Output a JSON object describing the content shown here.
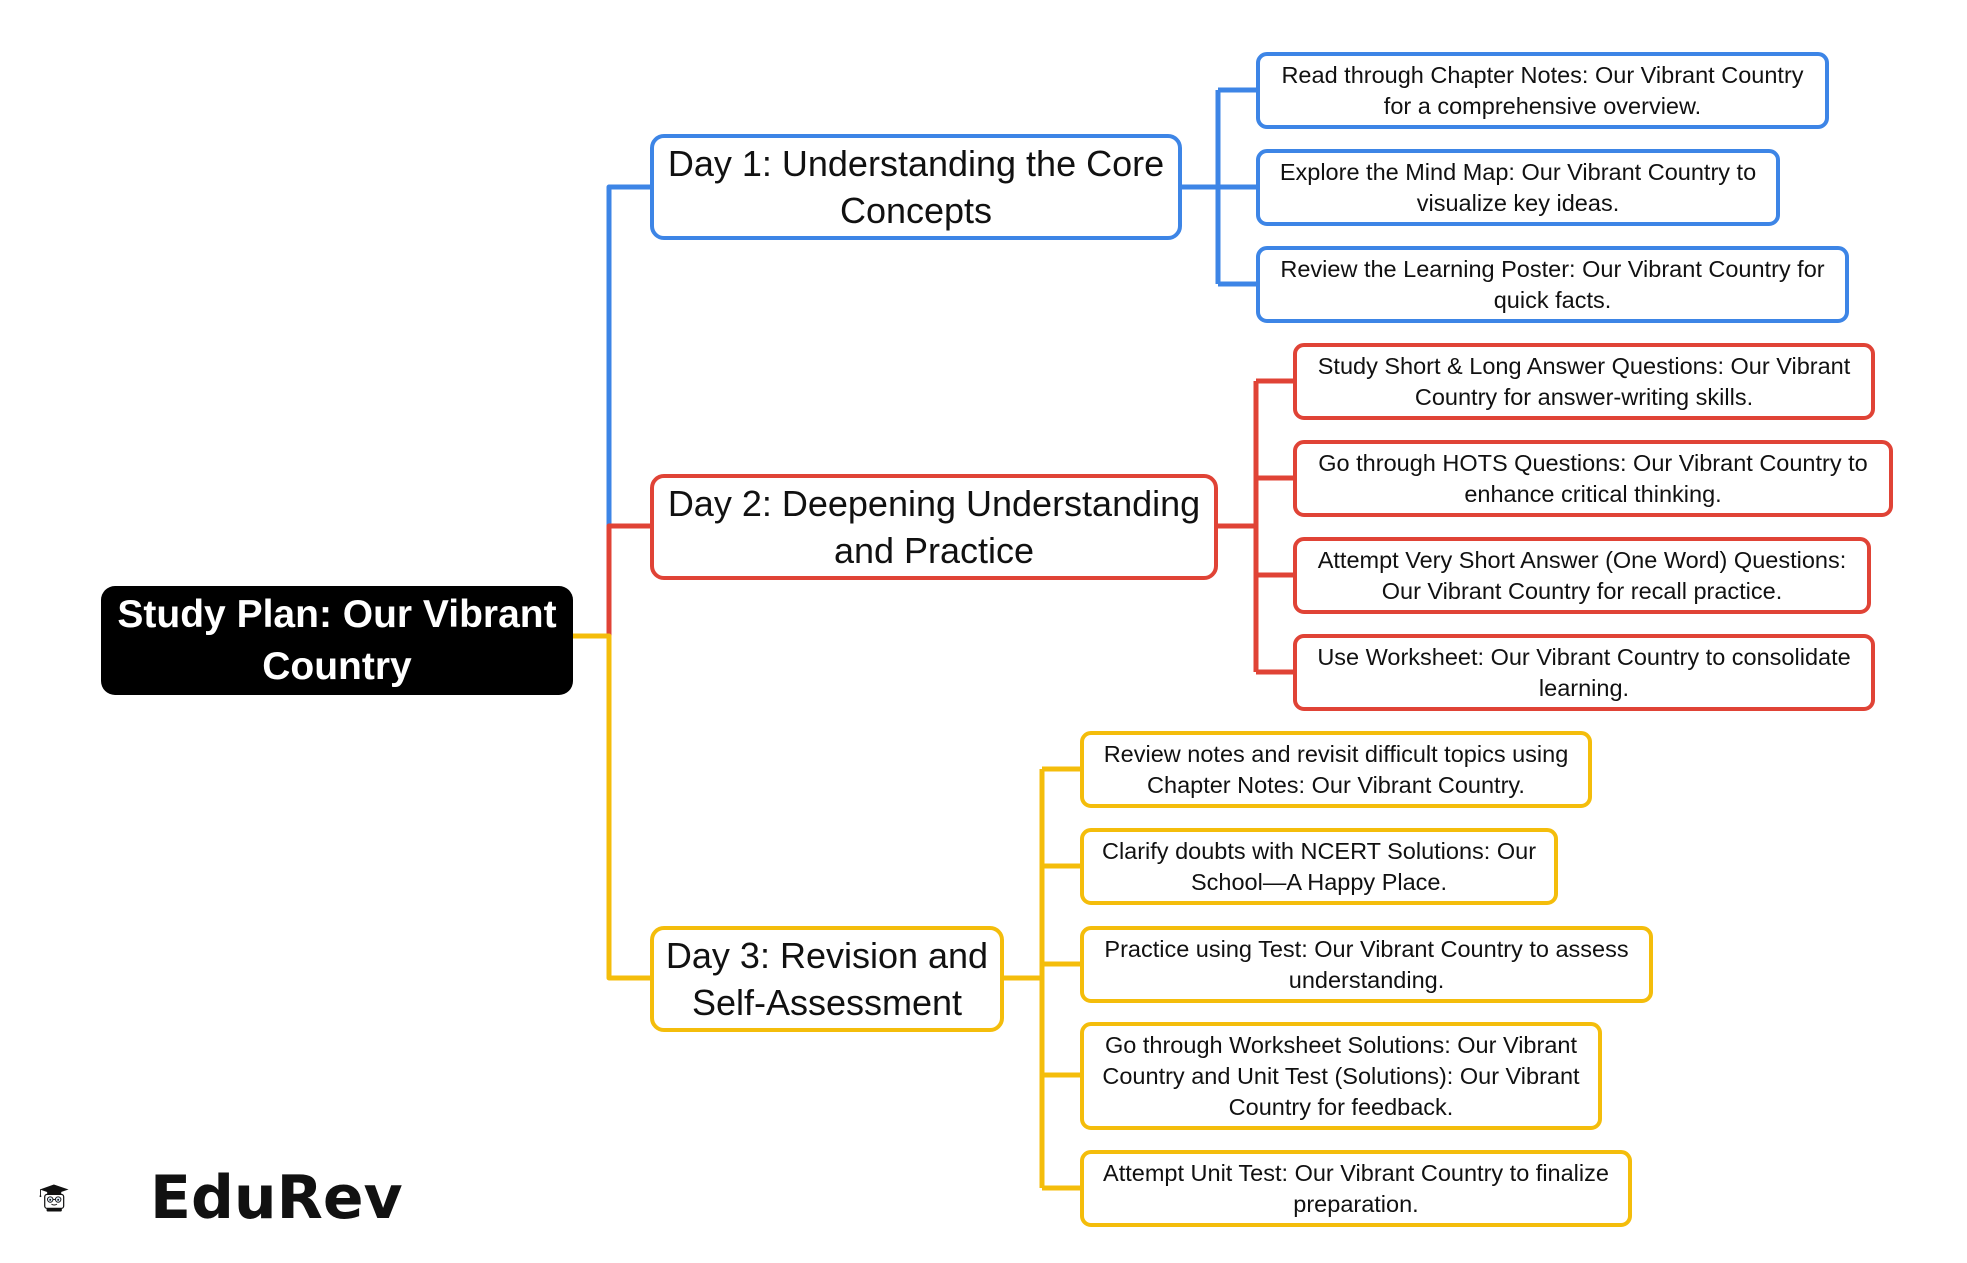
{
  "root": {
    "label": "Study Plan: Our Vibrant Country"
  },
  "colors": {
    "day1": "#3d85e6",
    "day2": "#e04336",
    "day3": "#f4bd0b",
    "root_bg": "#000000"
  },
  "days": [
    {
      "label": "Day 1: Understanding the Core Concepts",
      "items": [
        "Read through Chapter Notes: Our Vibrant Country for a comprehensive overview.",
        "Explore the Mind Map: Our Vibrant Country to visualize key ideas.",
        "Review the Learning Poster: Our Vibrant Country for quick facts."
      ]
    },
    {
      "label": "Day 2: Deepening Understanding and Practice",
      "items": [
        "Study Short & Long Answer Questions: Our Vibrant Country for answer-writing skills.",
        "Go through HOTS Questions: Our Vibrant Country to enhance critical thinking.",
        "Attempt Very Short Answer (One Word) Questions: Our Vibrant Country for recall practice.",
        "Use Worksheet: Our Vibrant Country to consolidate learning."
      ]
    },
    {
      "label": "Day 3: Revision and Self-Assessment",
      "items": [
        "Review notes and revisit difficult topics using Chapter Notes: Our Vibrant Country.",
        "Clarify doubts with NCERT Solutions: Our School—A Happy Place.",
        "Practice using Test: Our Vibrant Country to assess understanding.",
        "Go through Worksheet Solutions: Our Vibrant Country and Unit Test (Solutions): Our Vibrant Country for feedback.",
        "Attempt Unit Test: Our Vibrant Country to finalize preparation."
      ]
    }
  ],
  "logo": {
    "text": "EduRev",
    "icon": "graduation-cap-mascot-icon"
  }
}
